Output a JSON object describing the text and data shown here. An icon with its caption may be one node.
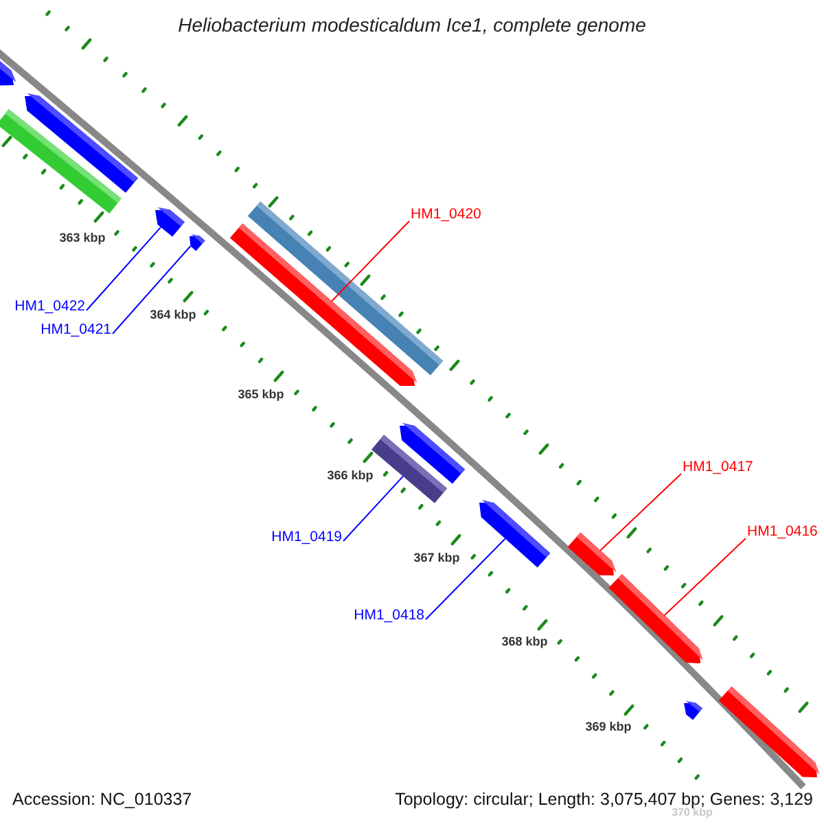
{
  "diagram": {
    "title": "Heliobacterium modesticaldum Ice1, complete genome",
    "nodes": [
      {
        "text": [],
        "shape": "bar"
      },
      {
        "text": [],
        "shape": "bar"
      },
      {
        "text": [],
        "shape": "bar"
      },
      {
        "text": [],
        "shape": "bar"
      },
      {
        "text": [],
        "shape": "bar"
      },
      {
        "text": [],
        "shape": "bar"
      },
      {
        "text": [],
        "shape": "bar"
      },
      {
        "text": [],
        "shape": "bar"
      },
      {
        "text": [],
        "shape": "bar"
      },
      {
        "text": [],
        "shape": "bar"
      },
      {
        "text": [],
        "shape": "bar"
      },
      {
        "text": [],
        "shape": "bar"
      },
      {
        "text": [],
        "shape": "bar"
      },
      {
        "text": [],
        "shape": "bar"
      },
      {
        "text": [
          "HM1_0420"
        ]
      },
      {
        "text": [
          "HM1_0422"
        ]
      },
      {
        "text": [
          "HM1_0421"
        ]
      },
      {
        "text": [
          "HM1_0417"
        ]
      },
      {
        "text": [
          "HM1_0416"
        ]
      },
      {
        "text": [
          "HM1_0419"
        ]
      },
      {
        "text": [
          "HM1_0418"
        ]
      }
    ],
    "edges": [
      {
        "from": 14,
        "to": 6,
        "arrow": "none",
        "color": "#ff0000"
      },
      {
        "from": 15,
        "to": 3,
        "arrow": "none"
      },
      {
        "from": 16,
        "to": 4,
        "arrow": "none"
      },
      {
        "from": 17,
        "to": 10,
        "arrow": "none",
        "color": "#ff0000"
      },
      {
        "from": 18,
        "to": 11,
        "arrow": "none",
        "color": "#ff0000"
      },
      {
        "from": 19,
        "to": 8,
        "arrow": "none"
      },
      {
        "from": 20,
        "to": 9,
        "arrow": "none"
      }
    ],
    "labels": [
      "363 kbp",
      "364 kbp",
      "365 kbp",
      "366 kbp",
      "367 kbp",
      "368 kbp",
      "369 kbp",
      "Accession: NC_010337",
      "Topology: circular; Length: 3,075,407 bp; Genes: 3,129",
      "370 kbp"
    ]
  }
}
